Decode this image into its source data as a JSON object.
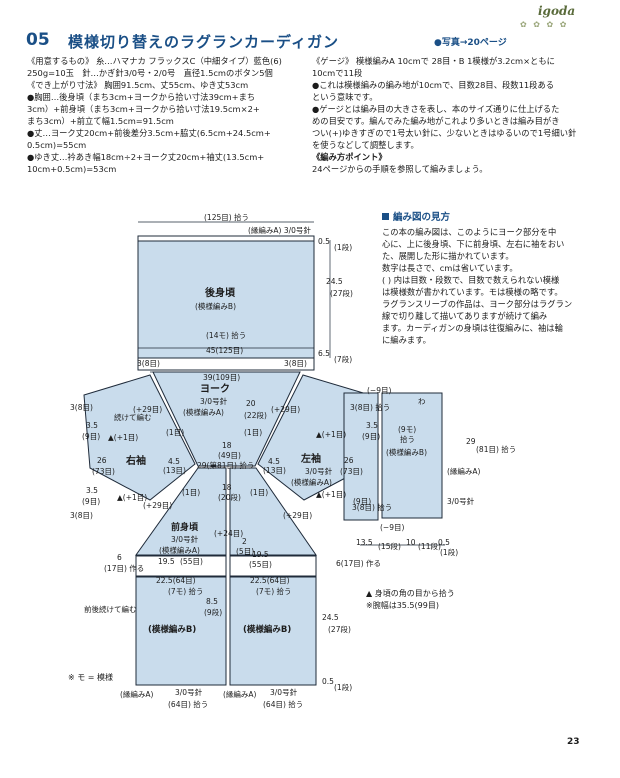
{
  "header": {
    "brand": "igoda",
    "number": "05",
    "title": "模様切り替えのラグランカーディガン",
    "photo_ref": "●写真→20ページ"
  },
  "left_column": [
    "《用意するもの》 糸…ハマナカ フラックスC（中細タイプ）藍色(6)",
    "250g=10玉　針…かぎ針3/0号・2/0号　直径1.5cmのボタン5個",
    "《でき上がり寸法》 胸囲91.5cm、丈55cm、ゆき丈53cm",
    "●胸囲…後身頃（まち3cm+ヨークから拾い寸法39cm+まち",
    "3cm）+前身頃（まち3cm+ヨークから拾い寸法19.5cm×2+",
    "まち3cm）+前立て幅1.5cm=91.5cm",
    "●丈…ヨーク丈20cm+前後差分3.5cm+脇丈(6.5cm+24.5cm+",
    "0.5cm)=55cm",
    "●ゆき丈…衿あき幅18cm÷2+ヨーク丈20cm+袖丈(13.5cm+",
    "10cm+0.5cm)=53cm"
  ],
  "right_column": [
    "《ゲージ》 模様編みA 10cmで 28目・B 1模様が3.2cm×ともに",
    "10cmで11段",
    "●これは模様編みの編み地が10cmで、目数28目、段数11段ある",
    "という意味です。",
    "●ゲージとは編み目の大きさを表し、本のサイズ通りに仕上げるた",
    "めの目安です。編んでみた編み地がこれより多いときは編み目がき",
    "つい(+)ゆきすぎので1号太い針に、少ないときはゆるいので1号細い針",
    "を使うなどして調整します。",
    "《編み方ポイント》",
    "24ページからの手順を参照して編みましょう。"
  ],
  "legend": {
    "heading": "編み図の見方",
    "lines": [
      "この本の編み図は、このようにヨーク部分を中",
      "心に、上に後身頃、下に前身頃、左右に袖をおい",
      "た、展開した形に描かれています。",
      "数字は長さで、cmは省いています。",
      "(  ) 内は目数・段数で、目数で数えられない模様",
      "は模様数が書かれています。モは模様の略です。",
      "ラグランスリーブの作品は、ヨーク部分はラグラン",
      "線で切り離して描いてありますが続けて編み",
      "ます。カーディガンの身頃は往復編みに、袖は輪",
      "に編みます。"
    ]
  },
  "diagram_labels": {
    "back_top": "(125目) 拾う",
    "back_edge": "(縁編みA) 3/0号針",
    "back_edge_size": "0.5",
    "back_edge_rows": "(1段)",
    "back_name": "後身頃",
    "back_pattern": "(模様編みB)",
    "back_height": "24.5",
    "back_height_rows": "(27段)",
    "back_bottom_pick": "(14モ) 拾う",
    "back_width": "45(125目)",
    "back_gusset": "6.5",
    "back_gusset_rows": "(7段)",
    "gusset_left": "3(8目)",
    "gusset_right": "3(8目)",
    "yoke_top": "39(109目)",
    "yoke_name": "ヨーク",
    "yoke_needle": "3/0号針",
    "yoke_pattern": "(模様編みA)",
    "yoke_height": "20",
    "yoke_height_rows": "(22段)",
    "yoke_center": "18",
    "yoke_center_sts": "(49目)",
    "yoke_bottom": "29(第81目) 拾う",
    "right_sleeve": "右袖",
    "left_sleeve": "左袖",
    "sleeve_needle": "3/0号針",
    "sleeve_pattern": "(模様編みA)",
    "sleeve_width": "26",
    "sleeve_width_sts": "(73目)",
    "sleeve_inc": "▲(+1目)",
    "sleeve_inc29": "(+29目)",
    "sleeve_45": "4.5",
    "sleeve_45_sts": "(13目)",
    "sleeve_35": "3.5",
    "sleeve_35_sts": "(9目)",
    "sleeve_3": "3(8目)",
    "sleeve_3_pick": "3(8目) 拾う",
    "sleeve_cont": "続けて編む",
    "front_name": "前身頃",
    "front_needle": "3/0号針",
    "front_pattern": "(模様編みA)",
    "front_width": "19.5",
    "front_width_sts": "(55目)",
    "front_inc": "(+24目)",
    "front_22": "22.5(64目)",
    "front_7mo": "(7モ) 拾う",
    "front_85": "8.5",
    "front_85_rows": "(9段)",
    "front_18": "18",
    "front_18_rows": "(20段)",
    "front_6": "6",
    "front_6_sts": "(17目) 作る",
    "front_cont": "前後続けて編む",
    "front_body": "(模様編みB)",
    "front_edge": "(縁編みA)",
    "front_edge_needle": "3/0号針",
    "front_edge_pick": "(64目) 拾う",
    "front_height": "24.5",
    "front_height_rows": "(27段)",
    "front_edge_size": "0.5",
    "front_edge_rows": "(1段)",
    "band_29": "29",
    "band_81": "(81目) 拾う",
    "band_pattern": "(模様編みB)",
    "band_9": "(9モ)",
    "band_9_pick": "拾う",
    "band_needle": "3/0号針",
    "band_edge": "(縁編みA)",
    "band_w": "わ",
    "sleeve_135": "13.5",
    "sleeve_135_rows": "(15段)",
    "sleeve_10": "10",
    "sleeve_10_rows": "(11段)",
    "sleeve_05": "0.5",
    "sleeve_05_rows": "(1段)",
    "sleeve_minus9": "(−9目)",
    "sleeve_6make": "6(17目) 作る",
    "sleeve_9": "(9目)",
    "plus1": "(+1目)",
    "plus29": "(+29目)",
    "one_st": "(1目)",
    "two_st": "2",
    "two_st_s": "(5目)",
    "neg_1": "(1目)"
  },
  "notes": [
    "▲ 身頃の角の目から拾う",
    "※腕幅は35.5(99目)"
  ],
  "footnote": "※ モ = 模様",
  "page_number": "23",
  "colors": {
    "title_blue": "#1a4f86",
    "piece_fill": "#c9dcec",
    "piece_stroke": "#1f2b3a"
  }
}
